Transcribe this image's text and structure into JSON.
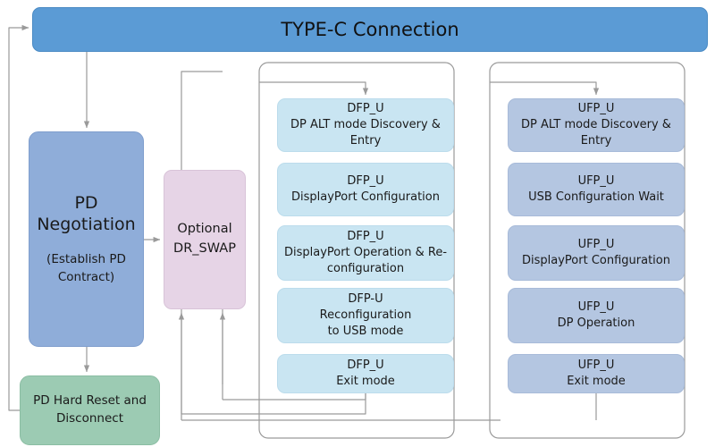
{
  "diagram": {
    "title": "TYPE-C Connection",
    "header": {
      "label": "TYPE-C Connection",
      "color": "#5b9bd5"
    },
    "left_column": {
      "pd_negotiation": {
        "line1": "PD",
        "line2": "Negotiation",
        "sub1": "(Establish PD",
        "sub2": "Contract)",
        "color": "#8fadd9"
      },
      "pd_hard_reset": {
        "line1": "PD Hard Reset and",
        "line2": "Disconnect",
        "color": "#9ccbb3"
      }
    },
    "dr_swap": {
      "line1": "Optional",
      "line2": "DR_SWAP",
      "color": "#e6d4e6"
    },
    "dfp_column": {
      "color": "#c9e5f2",
      "boxes": [
        {
          "role": "DFP_U",
          "line1": "DFP_U",
          "line2": "DP ALT mode Discovery &",
          "line3": "Entry"
        },
        {
          "role": "DFP_U",
          "line1": "DFP_U",
          "line2": "DisplayPort Configuration",
          "line3": ""
        },
        {
          "role": "DFP_U",
          "line1": "DFP_U",
          "line2": "DisplayPort Operation & Re-",
          "line3": "configuration"
        },
        {
          "role": "DFP-U",
          "line1": "DFP-U",
          "line2": "Reconfiguration",
          "line3": "to USB mode"
        },
        {
          "role": "DFP_U",
          "line1": "DFP_U",
          "line2": "Exit mode",
          "line3": ""
        }
      ]
    },
    "ufp_column": {
      "color": "#b4c6e1",
      "boxes": [
        {
          "role": "UFP_U",
          "line1": "UFP_U",
          "line2": "DP ALT mode Discovery &",
          "line3": "Entry"
        },
        {
          "role": "UFP_U",
          "line1": "UFP_U",
          "line2": "USB Configuration Wait",
          "line3": ""
        },
        {
          "role": "UFP_U",
          "line1": "UFP_U",
          "line2": "DisplayPort Configuration",
          "line3": ""
        },
        {
          "role": "UFP_U",
          "line1": "UFP_U",
          "line2": "DP Operation",
          "line3": ""
        },
        {
          "role": "UFP_U",
          "line1": "UFP_U",
          "line2": "Exit mode",
          "line3": ""
        }
      ]
    },
    "connector_color": "#8c8c8c"
  }
}
